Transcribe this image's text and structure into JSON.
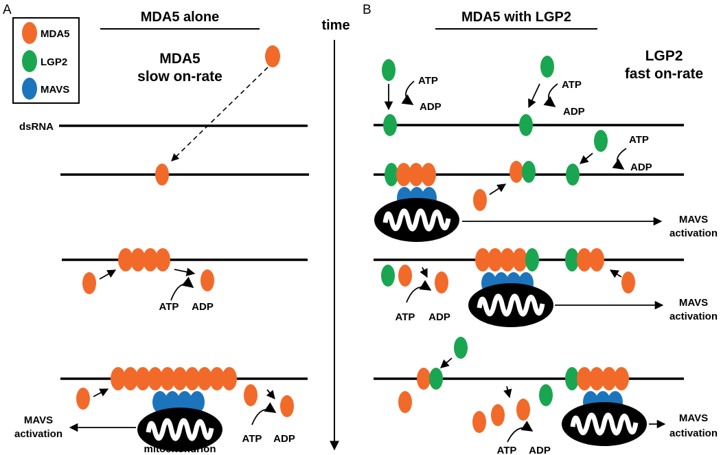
{
  "panel_a": {
    "letter": "A",
    "title": "MDA5 alone",
    "subtitle_line1": "MDA5",
    "subtitle_line2": "slow on-rate",
    "dsrna_label": "dsRNA",
    "atp": "ATP",
    "adp": "ADP",
    "mavs_line1": "MAVS",
    "mavs_line2": "activation",
    "mito_label": "mitochondrion"
  },
  "panel_b": {
    "letter": "B",
    "title": "MDA5 with LGP2",
    "subtitle_line1": "LGP2",
    "subtitle_line2": "fast on-rate",
    "atp": "ATP",
    "adp": "ADP",
    "mavs_line1": "MAVS",
    "mavs_line2": "activation"
  },
  "time_label": "time",
  "legend": {
    "items": [
      {
        "label": "MDA5",
        "color": "#f26a2a"
      },
      {
        "label": "LGP2",
        "color": "#1aa651"
      },
      {
        "label": "MAVS",
        "color": "#1c75bc"
      }
    ]
  },
  "colors": {
    "mda5": "#f26a2a",
    "lgp2": "#1aa651",
    "mavs": "#1c75bc"
  }
}
